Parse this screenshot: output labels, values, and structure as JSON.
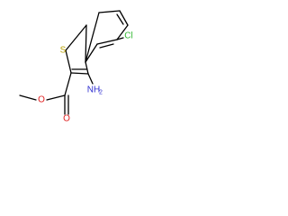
{
  "molecule": {
    "atoms": {
      "chlorine": {
        "label": "Cl",
        "color": "#33b833"
      },
      "sulfur": {
        "label": "S",
        "color": "#b8a000"
      },
      "amino_nitrogen": {
        "label": "NH",
        "subscript": "2",
        "color": "#3030d0"
      },
      "carbonyl_oxygen": {
        "label": "O",
        "color": "#e02020"
      },
      "ester_oxygen": {
        "label": "O",
        "color": "#e02020"
      }
    },
    "bond_color": "#000000"
  }
}
